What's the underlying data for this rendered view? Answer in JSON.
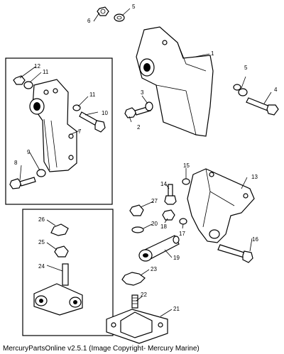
{
  "caption": "MercuryPartsOnline v2.5.1 (Image Copyright- Mercury Marine)",
  "callouts": [
    "1",
    "2",
    "3",
    "4",
    "5",
    "5",
    "6",
    "7",
    "8",
    "9",
    "10",
    "11",
    "11",
    "12",
    "13",
    "14",
    "15",
    "16",
    "17",
    "18",
    "19",
    "20",
    "21",
    "22",
    "23",
    "24",
    "25",
    "26",
    "27"
  ]
}
